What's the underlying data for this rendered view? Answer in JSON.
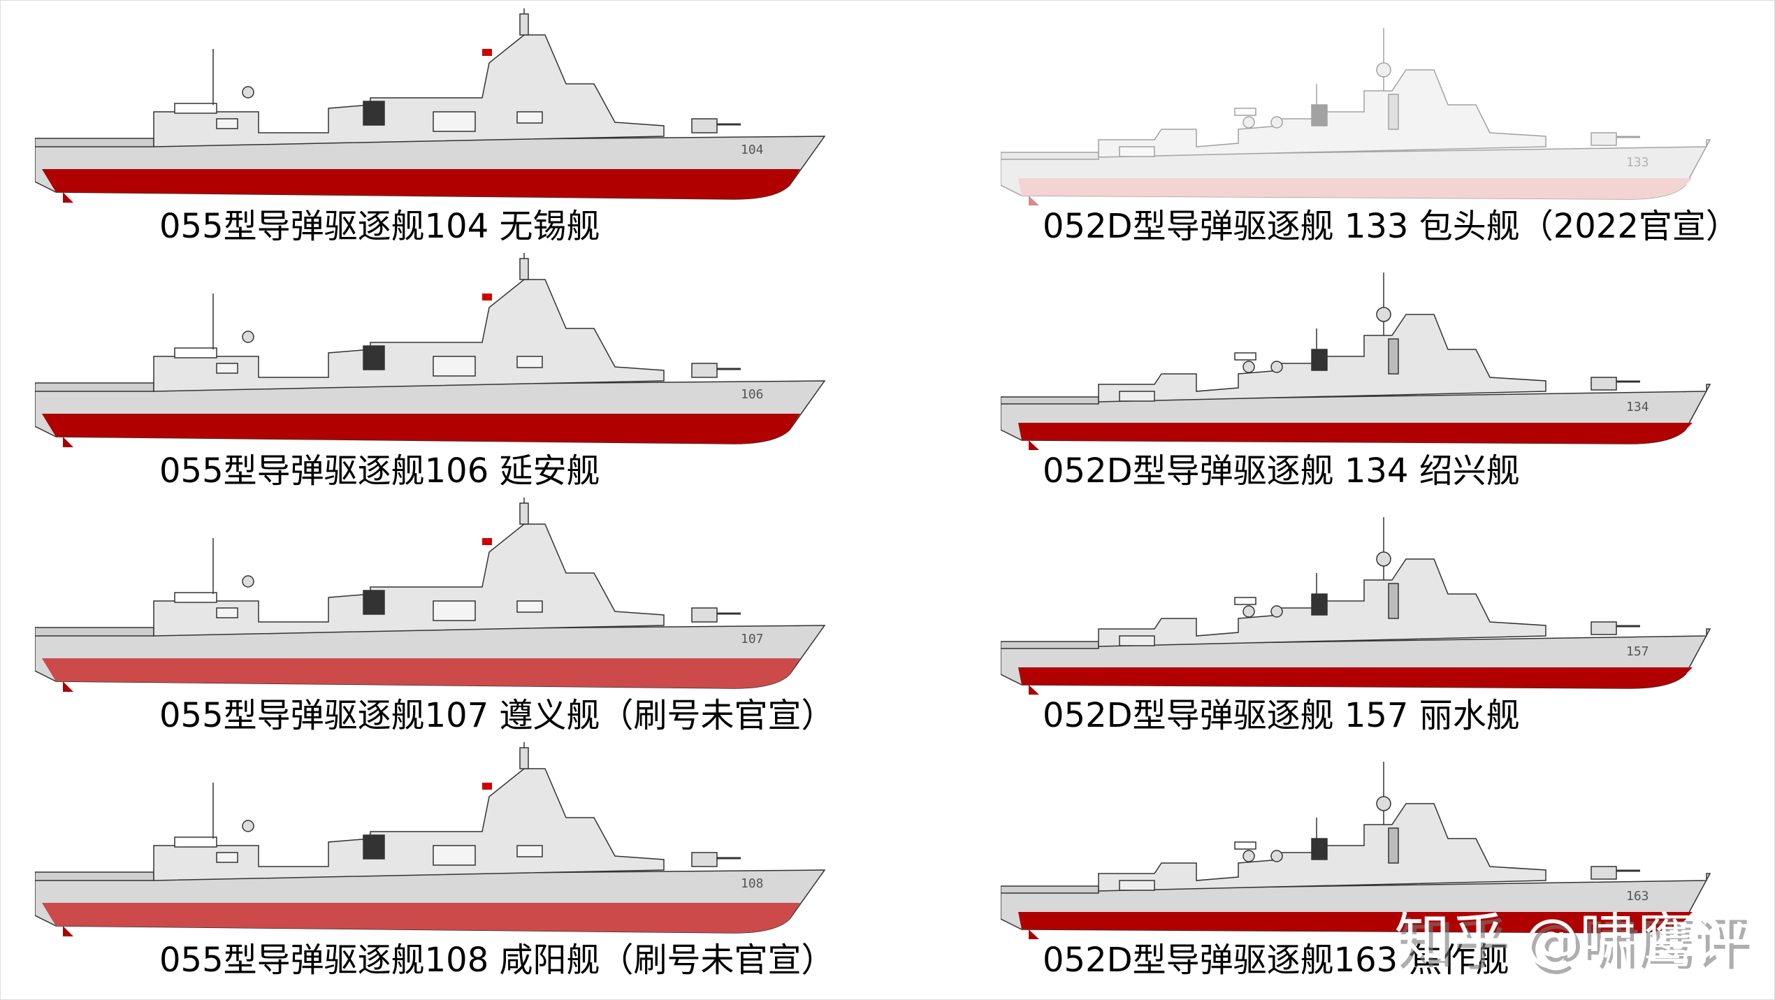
{
  "ships": [
    {
      "caption": "055型导弹驱逐舰104 无锡舰",
      "hull_number": "104",
      "class": "055",
      "hull_red": "#b00000",
      "faded": false
    },
    {
      "caption": "055型导弹驱逐舰106 延安舰",
      "hull_number": "106",
      "class": "055",
      "hull_red": "#b00000",
      "faded": false
    },
    {
      "caption": "055型导弹驱逐舰107 遵义舰（刷号未官宣）",
      "hull_number": "107",
      "class": "055",
      "hull_red": "#cc4a4a",
      "faded": false
    },
    {
      "caption": "055型导弹驱逐舰108 咸阳舰（刷号未官宣）",
      "hull_number": "108",
      "class": "055",
      "hull_red": "#cc4a4a",
      "faded": false
    },
    {
      "caption": "052D型导弹驱逐舰 133 包头舰（2022官宣）",
      "hull_number": "133",
      "class": "052D",
      "hull_red": "#e8a0a0",
      "faded": true
    },
    {
      "caption": "052D型导弹驱逐舰 134 绍兴舰",
      "hull_number": "134",
      "class": "052D",
      "hull_red": "#b00000",
      "faded": false
    },
    {
      "caption": "052D型导弹驱逐舰  157 丽水舰",
      "hull_number": "157",
      "class": "052D",
      "hull_red": "#b00000",
      "faded": false
    },
    {
      "caption": "052D型导弹驱逐舰163 焦作舰",
      "hull_number": "163",
      "class": "052D",
      "hull_red": "#b00000",
      "faded": false
    }
  ],
  "watermark": "知乎 @啸鹰评",
  "colors": {
    "hull_gray": "#d8d8d8",
    "superstructure": "#e6e6e6",
    "outline": "#333333",
    "flag": "#d00000"
  }
}
